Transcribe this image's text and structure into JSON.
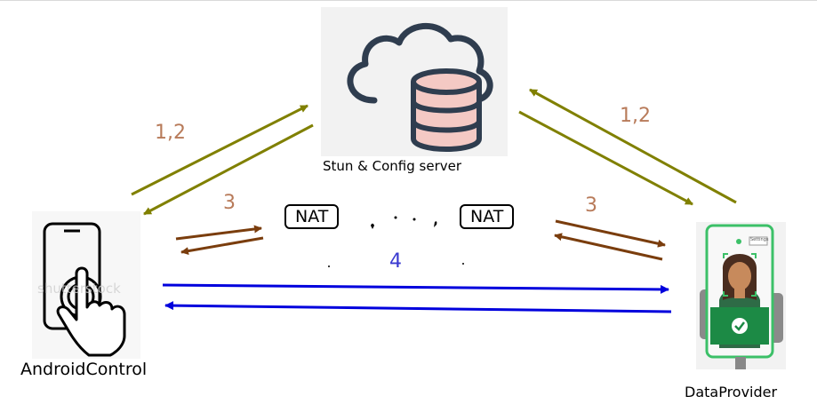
{
  "nodes": {
    "server": {
      "label": "Stun & Config server",
      "icon": "cloud-database-icon"
    },
    "android": {
      "label": "AndroidControl",
      "icon": "phone-touch-icon",
      "watermark": "shutterstock"
    },
    "provider": {
      "label": "DataProvider",
      "icon": "phone-face-verification-icon",
      "settings": "Settings"
    }
  },
  "nat": {
    "left": "NAT",
    "right": "NAT"
  },
  "labels": {
    "left_12": "1,2",
    "right_12": "1,2",
    "left_3": "3",
    "right_3": "3",
    "direct_4": "4"
  },
  "colors": {
    "olive": "#808000",
    "brown": "#7a3d0d",
    "blue": "#0000dd",
    "label_brown": "#b87b5a",
    "label_blue": "#3a3ad0",
    "server_stroke": "#2f3d4f",
    "db_fill": "#f4c9c4",
    "phone_green": "#3cc068"
  }
}
